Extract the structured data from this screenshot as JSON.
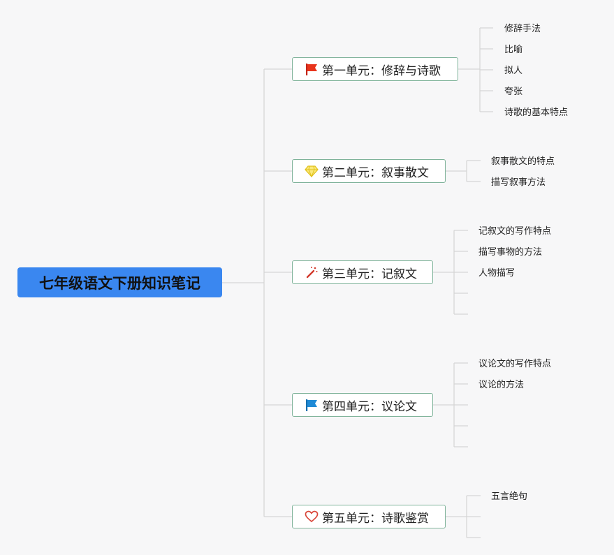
{
  "root": {
    "title": "七年级语文下册知识笔记"
  },
  "units": [
    {
      "icon": "red-flag-icon",
      "label": "第一单元：修辞与诗歌",
      "leaves": [
        "修辞手法",
        "比喻",
        "拟人",
        "夸张",
        "诗歌的基本特点"
      ]
    },
    {
      "icon": "diamond-icon",
      "label": "第二单元：叙事散文",
      "leaves": [
        "叙事散文的特点",
        "描写叙事方法"
      ]
    },
    {
      "icon": "magic-wand-icon",
      "label": "第三单元：记叙文",
      "leaves": [
        "记叙文的写作特点",
        "描写事物的方法",
        "人物描写"
      ]
    },
    {
      "icon": "blue-flag-icon",
      "label": "第四单元：议论文",
      "leaves": [
        "议论文的写作特点",
        "议论的方法"
      ]
    },
    {
      "icon": "heart-icon",
      "label": "第五单元：诗歌鉴赏",
      "leaves": [
        "五言绝句"
      ]
    }
  ],
  "colors": {
    "root_bg": "#3a87f0",
    "unit_border": "#7fb39a",
    "line": "#d6d6d6",
    "flag_red": "#e8341c",
    "flag_blue": "#1f8ad6",
    "diamond": "#f2d21b",
    "heart": "#d9463a"
  }
}
